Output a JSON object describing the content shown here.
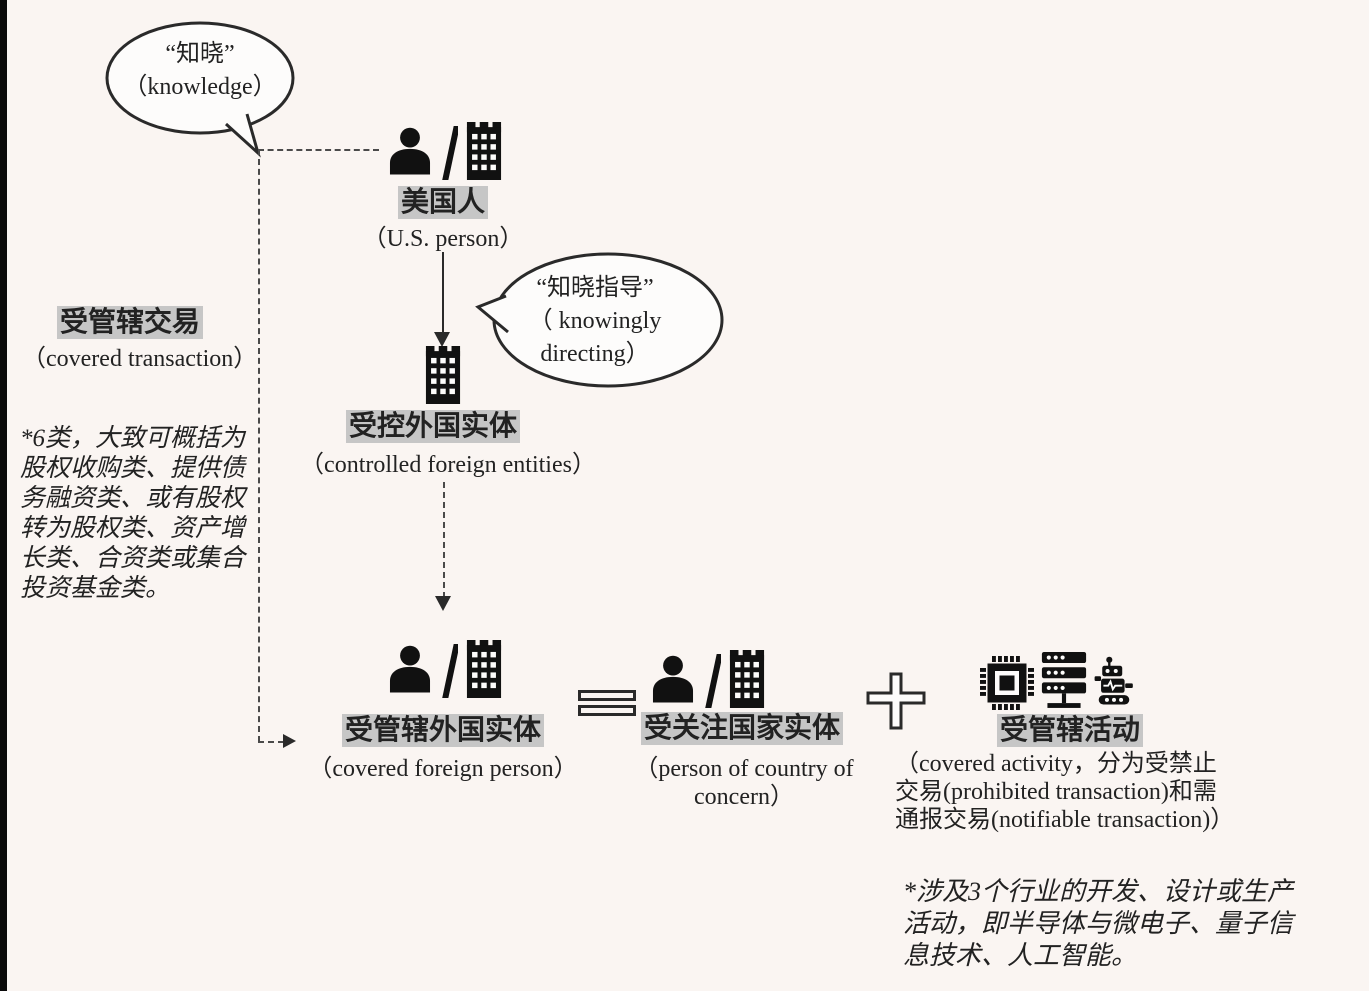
{
  "colors": {
    "background": "#faf5f2",
    "ink": "#222222",
    "highlight": "#c6c6c6",
    "bubble_fill": "#fdfcfb",
    "edge_bar": "#000000"
  },
  "bubbles": {
    "knowledge": {
      "line1": "“知晓”",
      "line2": "（knowledge）"
    },
    "knowingly_directing": {
      "line1": "“知晓指导”",
      "line2": "（  knowingly",
      "line3": "directing）"
    }
  },
  "nodes": {
    "us_person": {
      "zh": "美国人",
      "en": "（U.S. person）"
    },
    "controlled_foreign_entities": {
      "zh": "受控外国实体",
      "en": "（controlled foreign entities）"
    },
    "covered_foreign_person": {
      "zh": "受管辖外国实体",
      "en": "（covered foreign person）"
    },
    "person_of_country_of_concern": {
      "zh": "受关注国家实体",
      "en1": "（person of country of",
      "en2": "concern）"
    },
    "covered_activity": {
      "zh": "受管辖活动",
      "desc": [
        "（covered activity，分为受禁止",
        "交易(prohibited transaction)和需",
        "通报交易(notifiable transaction)）"
      ]
    }
  },
  "side": {
    "covered_transaction": {
      "zh": "受管辖交易",
      "en": "（covered transaction）"
    }
  },
  "notes": {
    "six_categories": [
      "*6类，大致可概括为",
      "股权收购类、提供债",
      "务融资类、或有股权",
      "转为股权类、资产增",
      "长类、合资类或集合",
      "投资基金类。"
    ],
    "three_industries": [
      "*涉及3个行业的开发、设计或生产",
      "活动，即半导体与微电子、量子信",
      "息技术、人工智能。"
    ]
  },
  "icons": {
    "person": "person-icon",
    "building": "building-icon",
    "chip": "chip-icon",
    "server": "server-icon",
    "robot": "robot-icon",
    "equals": "equals-icon",
    "plus": "plus-icon"
  }
}
